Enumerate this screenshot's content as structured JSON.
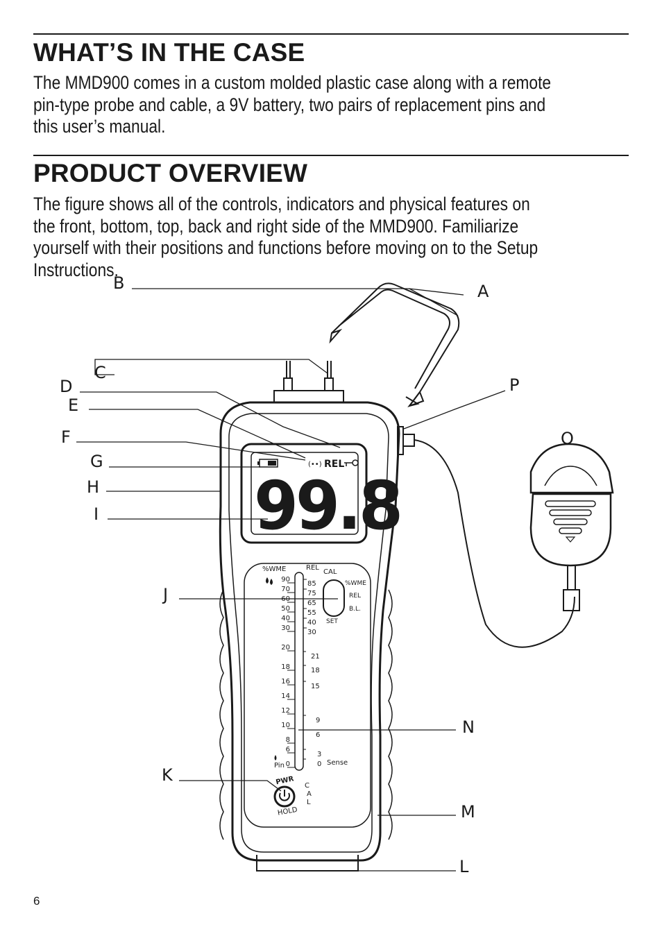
{
  "sections": [
    {
      "heading": "WHAT’S IN THE CASE",
      "body": "The MMD900 comes in a custom molded plastic case along with a remote pin-type probe and cable, a 9V battery, two pairs of replacement pins and this user’s manual."
    },
    {
      "heading": "PRODUCT OVERVIEW",
      "body": "The figure shows all of the controls, indicators and physical features on the front, bottom, top, back and right side of the MMD900. Familiarize yourself with their positions and functions before moving on to the Setup Instructions."
    }
  ],
  "figure": {
    "callouts": [
      "A",
      "B",
      "C",
      "D",
      "E",
      "F",
      "G",
      "H",
      "I",
      "J",
      "K",
      "L",
      "M",
      "N",
      "O",
      "P"
    ],
    "display": {
      "reading": "99.8",
      "rel_indicator": "REL",
      "signal_icon": "(••)",
      "icon_names": [
        "battery-icon",
        "signal-icon",
        "lock-key-icon"
      ]
    },
    "scale": {
      "wme_label": "%WME",
      "rel_label": "REL",
      "cal_label": "CAL",
      "set_label": "SET",
      "pin_label": "Pin",
      "sense_label": "Sense",
      "left_values": [
        "90",
        "70",
        "60",
        "50",
        "40",
        "30",
        "20",
        "18",
        "16",
        "14",
        "12",
        "10",
        "8",
        "6",
        "0"
      ],
      "right_top_values": [
        "85",
        "75",
        "65",
        "55",
        "40",
        "30"
      ],
      "right_bottom_values": [
        "21",
        "18",
        "15",
        "9",
        "6",
        "3",
        "0"
      ],
      "mode_labels": [
        "%WME",
        "REL",
        "B.L."
      ]
    },
    "buttons": {
      "power_label": "PWR",
      "hold_label": "HOLD",
      "cal_vertical": [
        "C",
        "A",
        "L"
      ]
    }
  },
  "page_number": "6"
}
